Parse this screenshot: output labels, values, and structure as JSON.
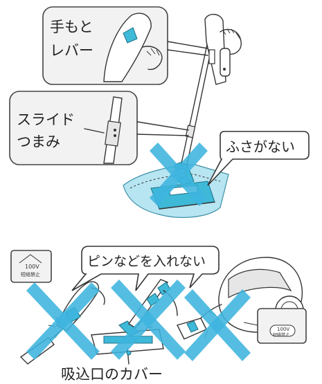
{
  "labels": {
    "handle_lever": [
      "手もと",
      "レバー"
    ],
    "slide_knob": [
      "スライド",
      "つまみ"
    ],
    "no_cloth": "ふさがない",
    "no_pins": "ピンなどを入れない",
    "intake_cover": "吸込口のカバー",
    "voltage_left": "100V",
    "short_circuit_left": "短絡禁止",
    "voltage_right": "100V",
    "short_circuit_right": "短絡禁止"
  },
  "colors": {
    "accent": "#3db4de",
    "cloth": "#b7e5f1",
    "line": "#333333"
  },
  "icons": [
    "cross-mark-icon"
  ]
}
